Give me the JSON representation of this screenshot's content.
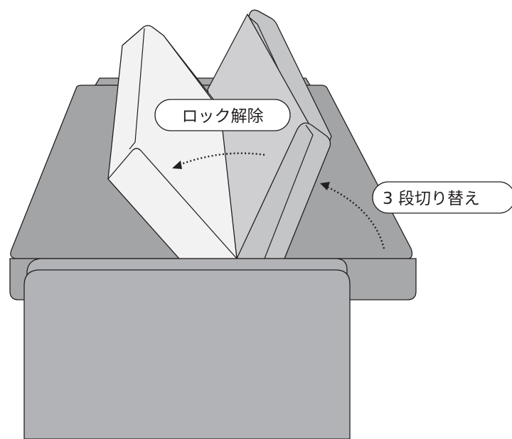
{
  "labels": {
    "lock_release": "ロック解除",
    "three_step_switch": "3 段切り替え"
  },
  "colors": {
    "base_fill": "#a7a8aa",
    "base_top_fill": "#a3a4a6",
    "front_fill": "#b2b3b6",
    "panel_white": "#f2f2f2",
    "panel_light_gray": "#cfcfd1",
    "panel_gray": "#c4c5c7",
    "outline": "#231f20",
    "background": "#ffffff"
  },
  "icons": {
    "arrow_left": "dotted-curved-arrow-left",
    "arrow_up": "dotted-curved-arrow-up"
  }
}
